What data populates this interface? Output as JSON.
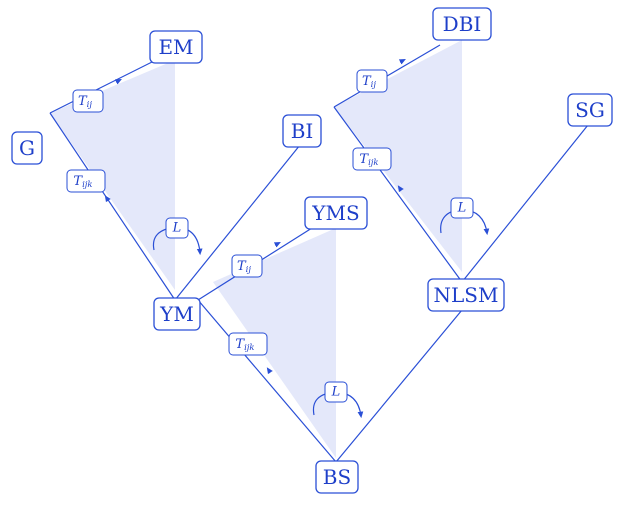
{
  "nodes": {
    "em": "EM",
    "g": "G",
    "ym": "YM",
    "dbi": "DBI",
    "bi": "BI",
    "sg": "SG",
    "yms": "YMS",
    "nlsm": "NLSM",
    "bs": "BS"
  },
  "labels": {
    "t_symbol": "T",
    "sub_ij": "ij",
    "sub_ijk": "ijk",
    "l_symbol": "L"
  },
  "colors": {
    "line": "#2a4fd6",
    "shade": "#e4e8fa",
    "text": "#1e3fc9"
  }
}
